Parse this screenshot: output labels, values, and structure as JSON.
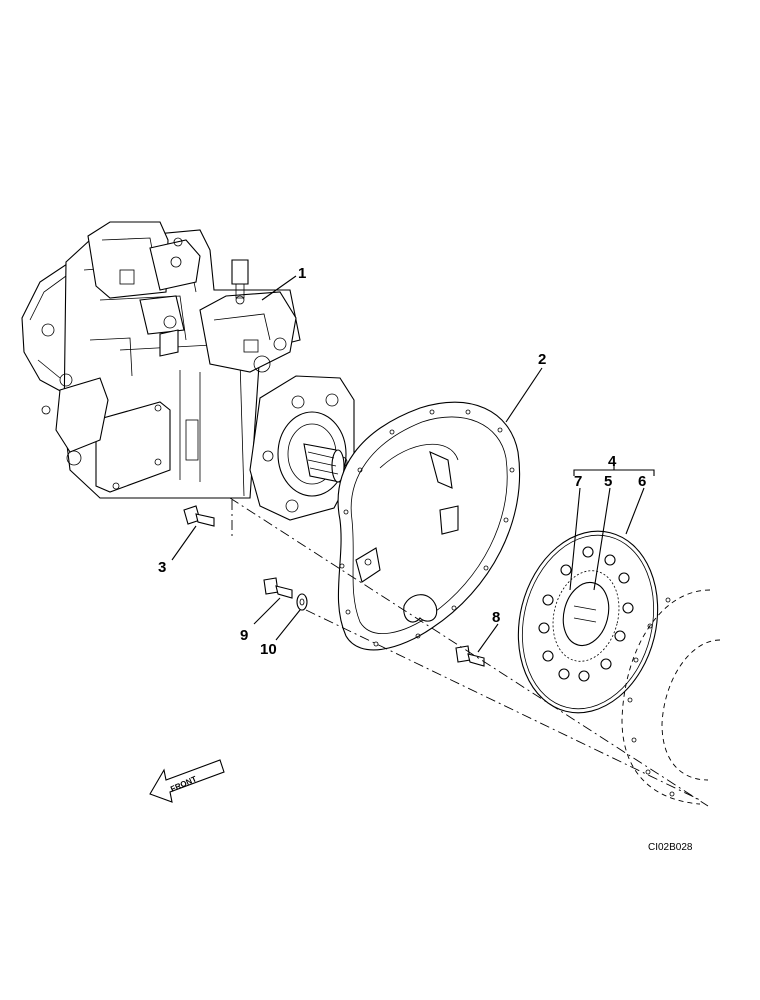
{
  "callouts": {
    "c1": "1",
    "c2": "2",
    "c3": "3",
    "c4": "4",
    "c5": "5",
    "c6": "6",
    "c7": "7",
    "c8": "8",
    "c9": "9",
    "c10": "10"
  },
  "front_label": "FRONT",
  "reference_code": "CI02B028"
}
